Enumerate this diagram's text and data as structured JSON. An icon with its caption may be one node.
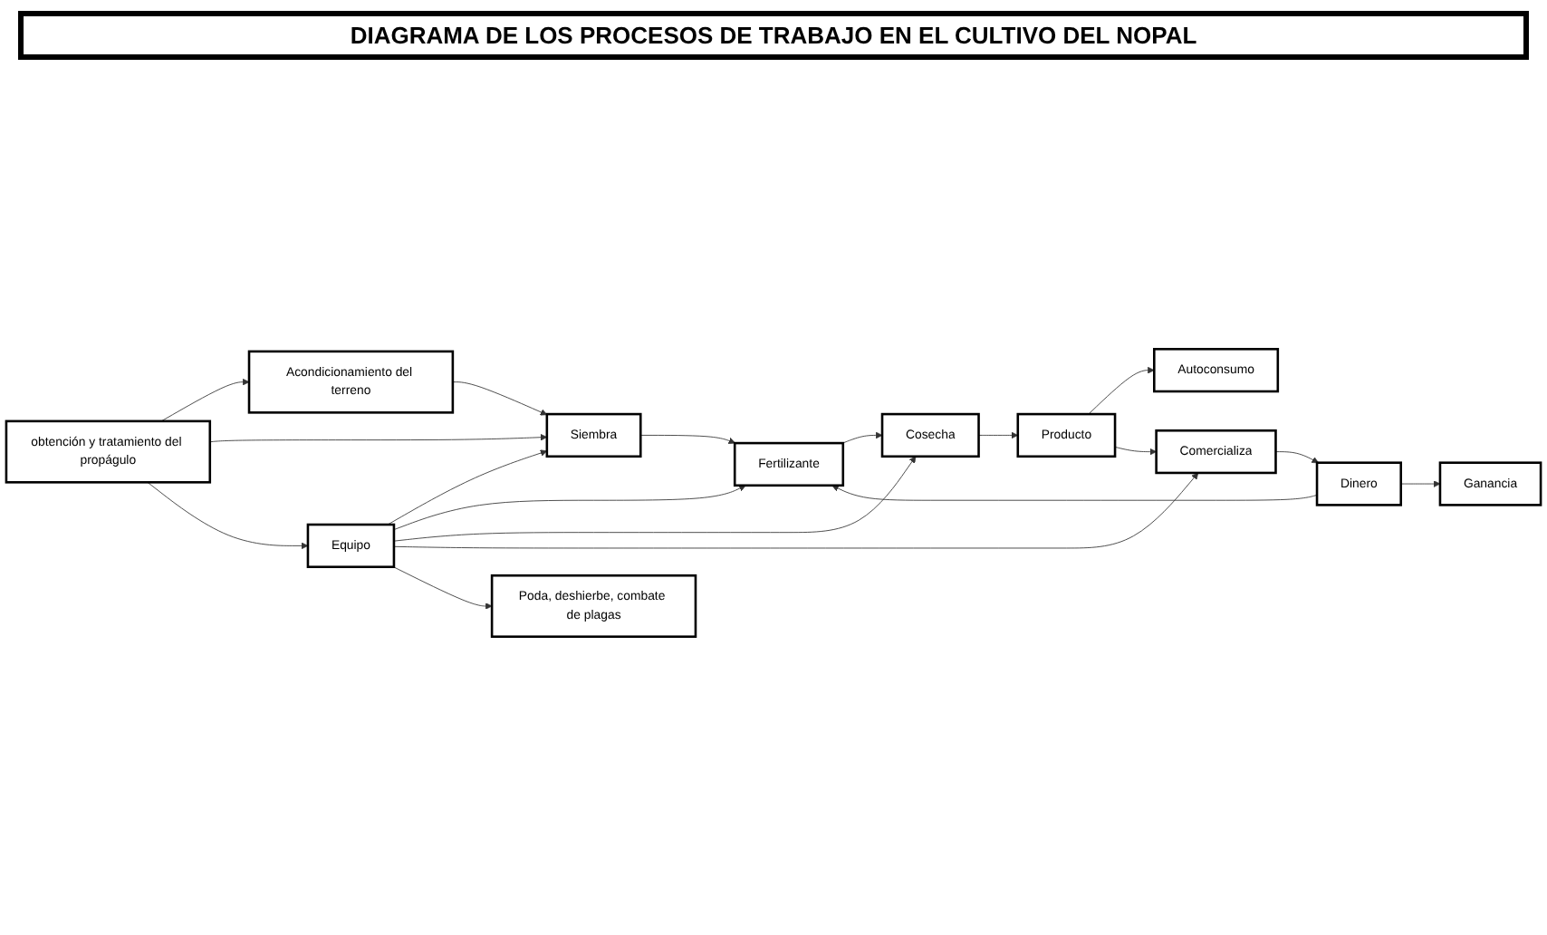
{
  "diagram": {
    "title": "DIAGRAMA DE LOS PROCESOS DE TRABAJO EN EL CULTIVO DEL NOPAL",
    "nodes": [
      {
        "text": [
          "Autoconsumo"
        ]
      },
      {
        "text": [
          "Acondicionamiento del terreno"
        ]
      },
      {
        "text": [
          "Siembra"
        ]
      },
      {
        "text": [
          "Fertilizante"
        ]
      },
      {
        "text": [
          "Cosecha"
        ]
      },
      {
        "text": [
          "Producto"
        ]
      },
      {
        "text": [
          "Comercializa"
        ]
      },
      {
        "text": [
          "Dinero"
        ]
      },
      {
        "text": [
          "Ganancia"
        ]
      },
      {
        "text": [
          "obtención y tratamiento del propágulo"
        ]
      },
      {
        "text": [
          "Equipo"
        ]
      },
      {
        "text": [
          "Poda, deshierbe, combate de plagas"
        ]
      }
    ],
    "edges": [
      {
        "from": 1,
        "to": 2,
        "arrow": "to"
      },
      {
        "from": 2,
        "to": 3,
        "arrow": "to"
      },
      {
        "from": 3,
        "to": 4,
        "arrow": "to"
      },
      {
        "from": 4,
        "to": 5,
        "arrow": "to"
      },
      {
        "from": 5,
        "to": 0,
        "arrow": "to"
      },
      {
        "from": 5,
        "to": 6,
        "arrow": "to"
      },
      {
        "from": 6,
        "to": 7,
        "arrow": "to"
      },
      {
        "from": 7,
        "to": 8,
        "arrow": "to"
      },
      {
        "from": 7,
        "to": 3,
        "arrow": "to"
      },
      {
        "from": 9,
        "to": 1,
        "arrow": "to"
      },
      {
        "from": 9,
        "to": 2,
        "arrow": "to"
      },
      {
        "from": 9,
        "to": 10,
        "arrow": "to"
      },
      {
        "from": 10,
        "to": 2,
        "arrow": "to"
      },
      {
        "from": 10,
        "to": 3,
        "arrow": "to"
      },
      {
        "from": 10,
        "to": 4,
        "arrow": "to"
      },
      {
        "from": 10,
        "to": 6,
        "arrow": "to"
      },
      {
        "from": 10,
        "to": 11,
        "arrow": "to"
      }
    ]
  }
}
